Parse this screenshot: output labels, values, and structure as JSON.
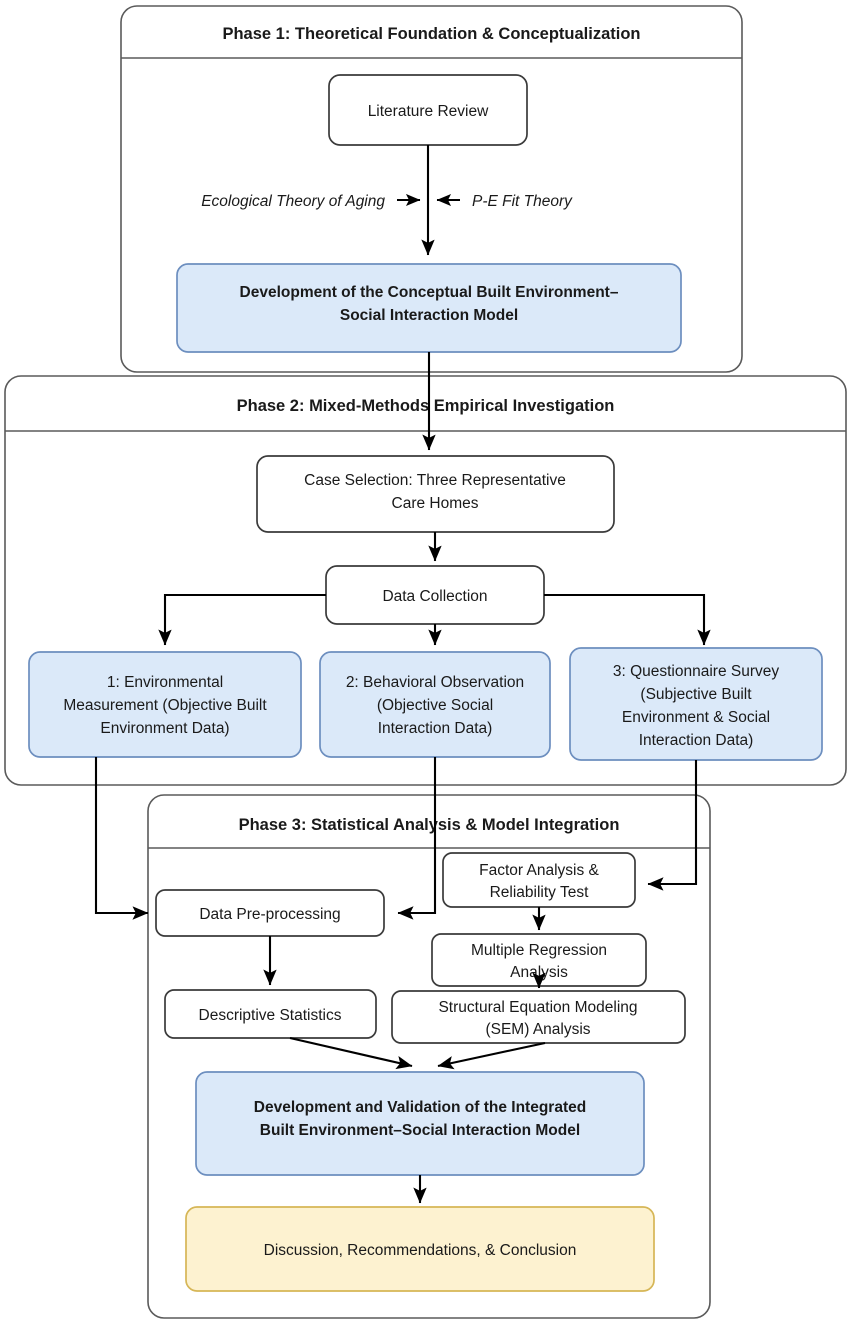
{
  "diagram": {
    "title": "Research Methodology Flowchart",
    "colors": {
      "blue_fill": "#dbe9f9",
      "blue_stroke": "#6c8ebf",
      "yellow_fill": "#fdf2d0",
      "yellow_stroke": "#d6b656",
      "plain_fill": "#ffffff",
      "plain_stroke": "#3a3a3a",
      "container_stroke": "#5a5a5a",
      "edge_color": "#000000",
      "background": "#ffffff"
    },
    "phases": [
      {
        "id": "phase1",
        "label": "Phase 1: Theoretical Foundation & Conceptualization"
      },
      {
        "id": "phase2",
        "label": "Phase 2: Mixed-Methods Empirical Investigation"
      },
      {
        "id": "phase3",
        "label": "Phase 3: Statistical Analysis & Model Integration"
      }
    ],
    "nodes": {
      "literature_review": {
        "label": "Literature Review",
        "style": "plain"
      },
      "theory_left": {
        "label": "Ecological Theory of Aging",
        "style": "annotation-italic"
      },
      "theory_right": {
        "label": "P-E Fit Theory",
        "style": "annotation-italic"
      },
      "conceptual_model_l1": {
        "label": "Development of the Conceptual Built Environment–",
        "style": "blue"
      },
      "conceptual_model_l2": {
        "label": "Social Interaction Model",
        "style": "blue"
      },
      "case_selection_l1": {
        "label": "Case Selection: Three Representative",
        "style": "plain"
      },
      "case_selection_l2": {
        "label": "Care Homes",
        "style": "plain"
      },
      "data_collection": {
        "label": "Data Collection",
        "style": "plain"
      },
      "method1_l1": {
        "label": "1: Environmental",
        "style": "blue"
      },
      "method1_l2": {
        "label": "Measurement (Objective Built",
        "style": "blue"
      },
      "method1_l3": {
        "label": "Environment Data)",
        "style": "blue"
      },
      "method2_l1": {
        "label": "2: Behavioral Observation",
        "style": "blue"
      },
      "method2_l2": {
        "label": "(Objective Social",
        "style": "blue"
      },
      "method2_l3": {
        "label": "Interaction Data)",
        "style": "blue"
      },
      "method3_l1": {
        "label": "3: Questionnaire Survey",
        "style": "blue"
      },
      "method3_l2": {
        "label": "(Subjective Built",
        "style": "blue"
      },
      "method3_l3": {
        "label": "Environment & Social",
        "style": "blue"
      },
      "method3_l4": {
        "label": "Interaction Data)",
        "style": "blue"
      },
      "factor_analysis_l1": {
        "label": "Factor Analysis &",
        "style": "plain"
      },
      "factor_analysis_l2": {
        "label": "Reliability Test",
        "style": "plain"
      },
      "data_preprocessing": {
        "label": "Data Pre-processing",
        "style": "plain"
      },
      "multiple_regression_l1": {
        "label": "Multiple Regression",
        "style": "plain"
      },
      "multiple_regression_l2": {
        "label": "Analysis",
        "style": "plain"
      },
      "descriptive_statistics": {
        "label": "Descriptive Statistics",
        "style": "plain"
      },
      "sem_l1": {
        "label": "Structural Equation Modeling",
        "style": "plain"
      },
      "sem_l2": {
        "label": "(SEM) Analysis",
        "style": "plain"
      },
      "integrated_model_l1": {
        "label": "Development and Validation of the Integrated",
        "style": "blue"
      },
      "integrated_model_l2": {
        "label": "Built Environment–Social Interaction Model",
        "style": "blue"
      },
      "conclusion": {
        "label": "Discussion, Recommendations, & Conclusion",
        "style": "yellow"
      }
    }
  }
}
